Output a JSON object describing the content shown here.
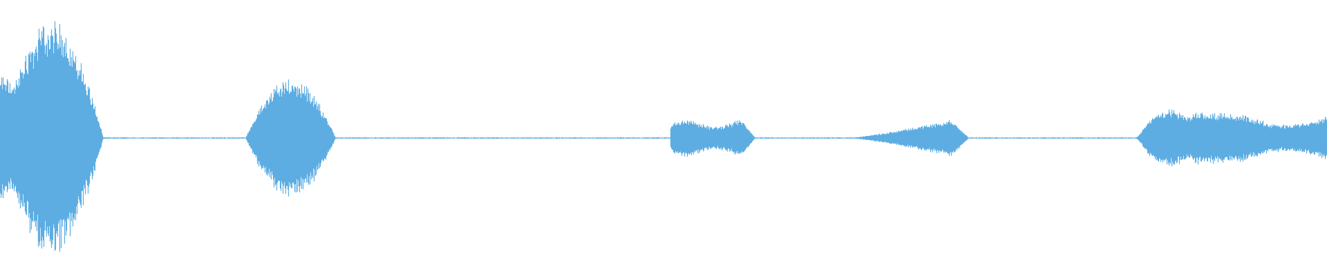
{
  "waveform": {
    "color": "#5dade2",
    "background": "#ffffff",
    "amplitude_range": [
      -1,
      1
    ],
    "baseline_amplitude": 0.004,
    "duration_fraction": [
      0,
      1
    ],
    "segments": [
      {
        "start": 0.0,
        "end": 0.079,
        "peak": 0.88,
        "shape": "bell"
      },
      {
        "start": 0.185,
        "end": 0.254,
        "peak": 0.45,
        "shape": "bell"
      },
      {
        "start": 0.505,
        "end": 0.569,
        "peak": 0.14,
        "shape": "plateau"
      },
      {
        "start": 0.64,
        "end": 0.73,
        "peak": 0.14,
        "shape": "rise"
      },
      {
        "start": 0.855,
        "end": 1.0,
        "peak": 0.25,
        "shape": "double"
      }
    ]
  }
}
